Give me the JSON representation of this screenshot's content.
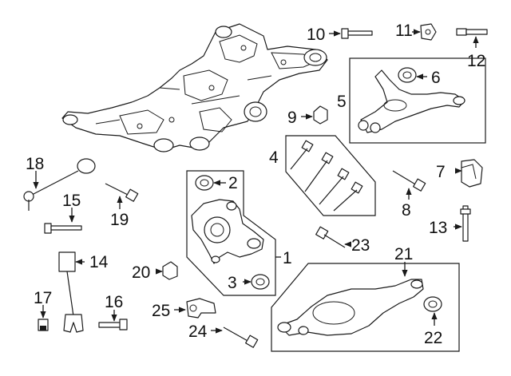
{
  "diagram": {
    "callouts": {
      "c1": "1",
      "c2": "2",
      "c3": "3",
      "c4": "4",
      "c5": "5",
      "c6": "6",
      "c7": "7",
      "c8": "8",
      "c9": "9",
      "c10": "10",
      "c11": "11",
      "c12": "12",
      "c13": "13",
      "c14": "14",
      "c15": "15",
      "c16": "16",
      "c17": "17",
      "c18": "18",
      "c19": "19",
      "c20": "20",
      "c21": "21",
      "c22": "22",
      "c23": "23",
      "c24": "24",
      "c25": "25"
    },
    "colors": {
      "line": "#1a1a1a",
      "fill": "#ffffff"
    }
  }
}
